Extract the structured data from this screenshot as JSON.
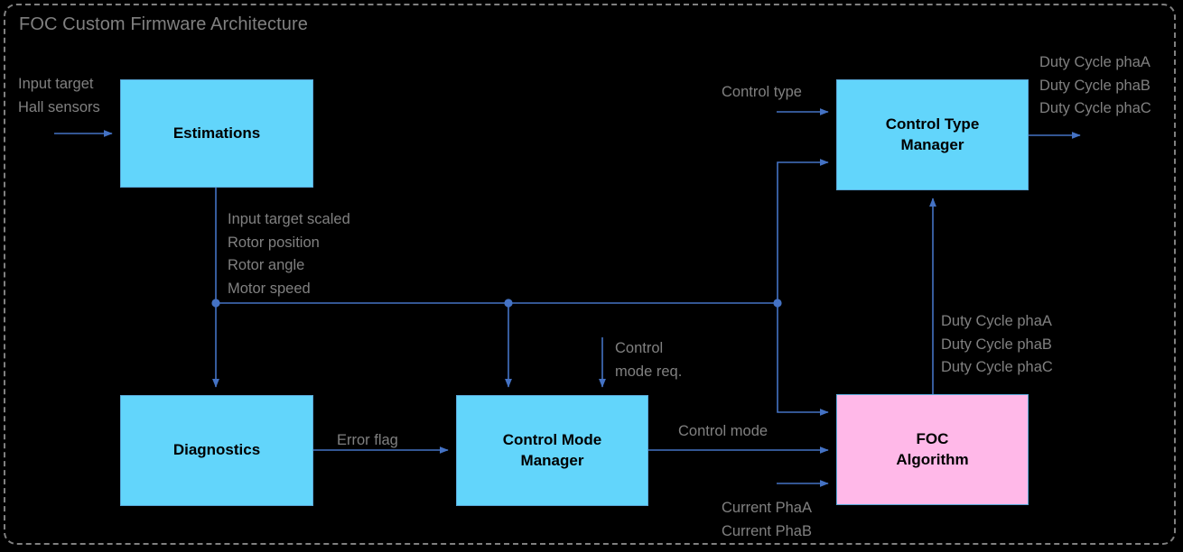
{
  "diagram": {
    "title": "FOC Custom Firmware Architecture",
    "colors": {
      "background": "#000000",
      "frame_border": "#808080",
      "block_blue": "#62d5fb",
      "block_pink": "#ffb8e8",
      "wire": "#4472c4",
      "label_text": "#808080",
      "block_text": "#000000"
    },
    "blocks": [
      {
        "id": "estimations",
        "label": "Estimations",
        "color": "blue"
      },
      {
        "id": "control-type-manager",
        "label": "Control Type\nManager",
        "line1": "Control Type",
        "line2": "Manager",
        "color": "blue"
      },
      {
        "id": "diagnostics",
        "label": "Diagnostics",
        "color": "blue"
      },
      {
        "id": "control-mode-manager",
        "line1": "Control Mode",
        "line2": "Manager",
        "color": "blue"
      },
      {
        "id": "foc-algorithm",
        "line1": "FOC",
        "line2": "Algorithm",
        "color": "pink"
      }
    ],
    "labels": {
      "input_target": "Input target",
      "hall_sensors": "Hall sensors",
      "control_type": "Control type",
      "duty_out_a": "Duty Cycle phaA",
      "duty_out_b": "Duty Cycle phaB",
      "duty_out_c": "Duty Cycle phaC",
      "bus_1": "Input target scaled",
      "bus_2": "Rotor position",
      "bus_3": "Rotor angle",
      "bus_4": "Motor speed",
      "control_mode_req_1": "Control",
      "control_mode_req_2": "mode req.",
      "error_flag": "Error flag",
      "control_mode": "Control mode",
      "duty_fb_a": "Duty Cycle phaA",
      "duty_fb_b": "Duty Cycle phaB",
      "duty_fb_c": "Duty Cycle phaC",
      "current_phaa": "Current PhaA",
      "current_phab": "Current PhaB"
    }
  }
}
